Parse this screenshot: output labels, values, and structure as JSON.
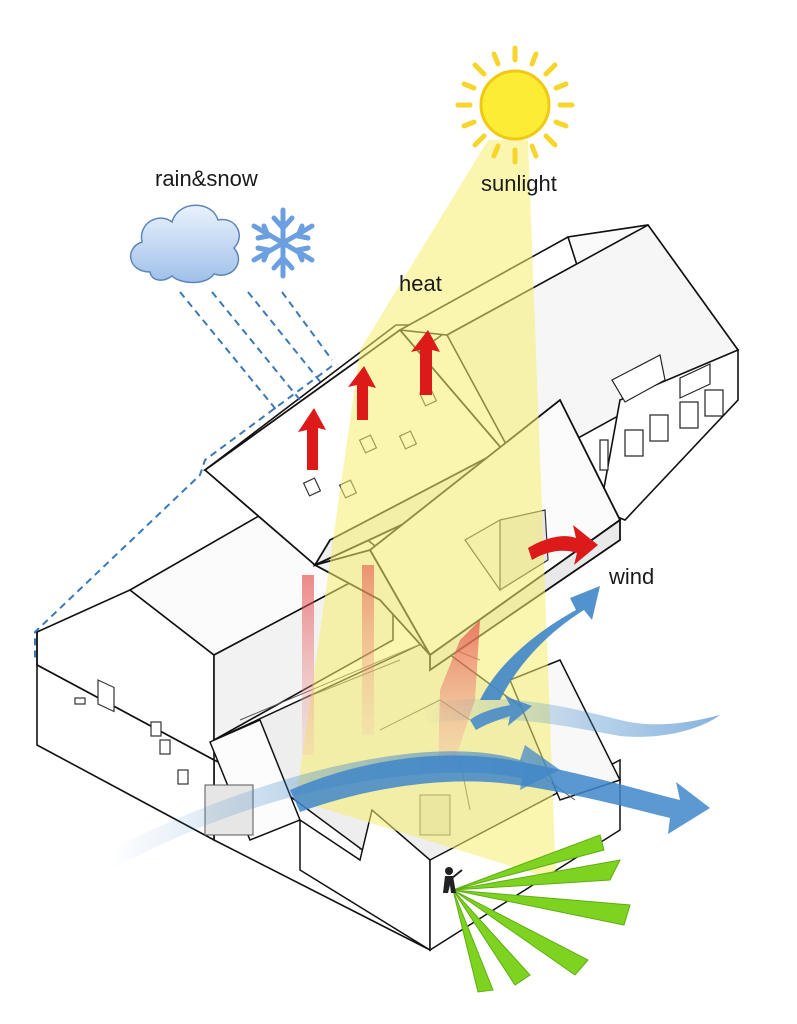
{
  "labels": {
    "rain_snow": "rain&snow",
    "sunlight": "sunlight",
    "heat": "heat",
    "wind": "wind"
  },
  "colors": {
    "sun": "#f9ea3c",
    "sun_beam": "#f7f08a",
    "heat_arrow": "#dd1a1a",
    "wind_arrow": "#3f86c9",
    "view_rays": "#7ed321",
    "rain_line": "#3a78b8",
    "cloud": "#bcd4f0",
    "snowflake": "#6b9fe0",
    "building_line": "#111111"
  },
  "icons": [
    "sun-icon",
    "cloud-icon",
    "snowflake-icon",
    "person-icon"
  ]
}
